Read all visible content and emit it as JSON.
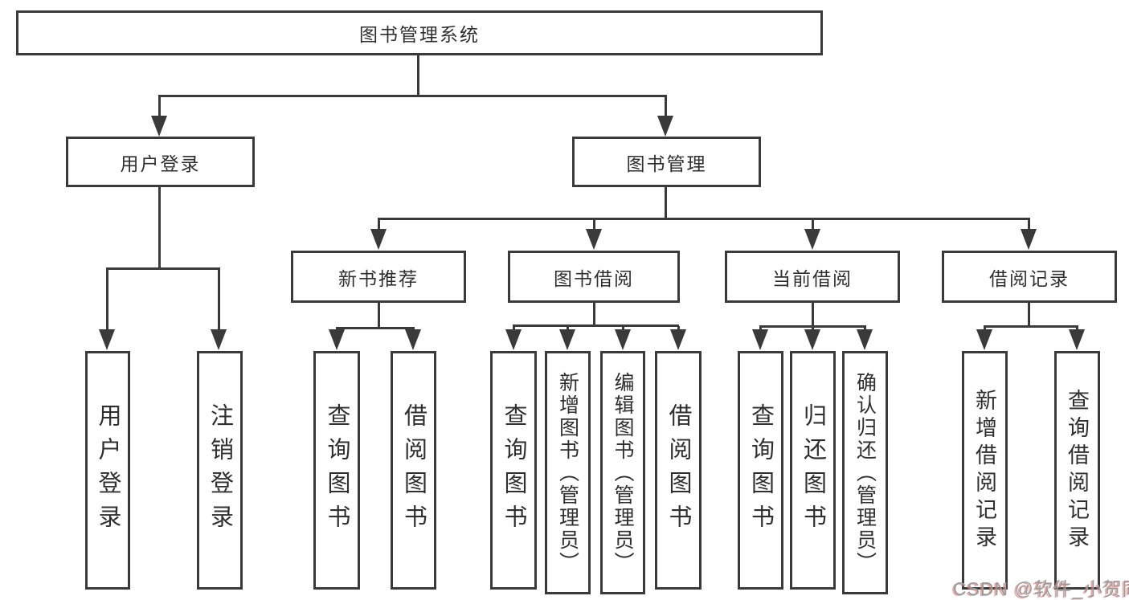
{
  "diagram_title": "图书管理系统",
  "colors": {
    "line": "#3a3a3a",
    "text": "#2f2f2f",
    "background": "#ffffff",
    "watermark": "#9b9b9b"
  },
  "tree": {
    "root": {
      "label": "图书管理系统"
    },
    "children": [
      {
        "label": "用户登录",
        "children": [
          {
            "label": "用户登录"
          },
          {
            "label": "注销登录"
          }
        ]
      },
      {
        "label": "图书管理",
        "children": [
          {
            "label": "新书推荐",
            "children": [
              {
                "label": "查询图书"
              },
              {
                "label": "借阅图书"
              }
            ]
          },
          {
            "label": "图书借阅",
            "children": [
              {
                "label": "查询图书"
              },
              {
                "label": "新增图书（管理员）"
              },
              {
                "label": "编辑图书（管理员）"
              },
              {
                "label": "借阅图书"
              }
            ]
          },
          {
            "label": "当前借阅",
            "children": [
              {
                "label": "查询图书"
              },
              {
                "label": "归还图书"
              },
              {
                "label": "确认归还（管理员）"
              }
            ]
          },
          {
            "label": "借阅记录",
            "children": [
              {
                "label": "新增借阅记录"
              },
              {
                "label": "查询借阅记录"
              }
            ]
          }
        ]
      }
    ]
  },
  "watermark": {
    "text": "CSDN @软件_小贺同学"
  }
}
